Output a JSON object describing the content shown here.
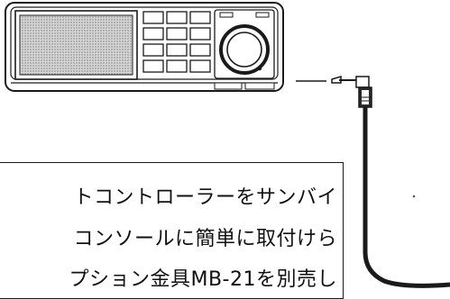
{
  "note": {
    "lines": [
      "トコントローラーをサンバイ",
      "コンソールに簡単に取付けら",
      "プション金具MB-21を別売し"
    ]
  },
  "colors": {
    "ink": "#1a1a1a",
    "screen_fill": "#c9c9c9",
    "background": "#ffffff"
  },
  "icons": {
    "device": "remote-controller-unit",
    "cable": "coiled-cable-with-mini-plug"
  }
}
